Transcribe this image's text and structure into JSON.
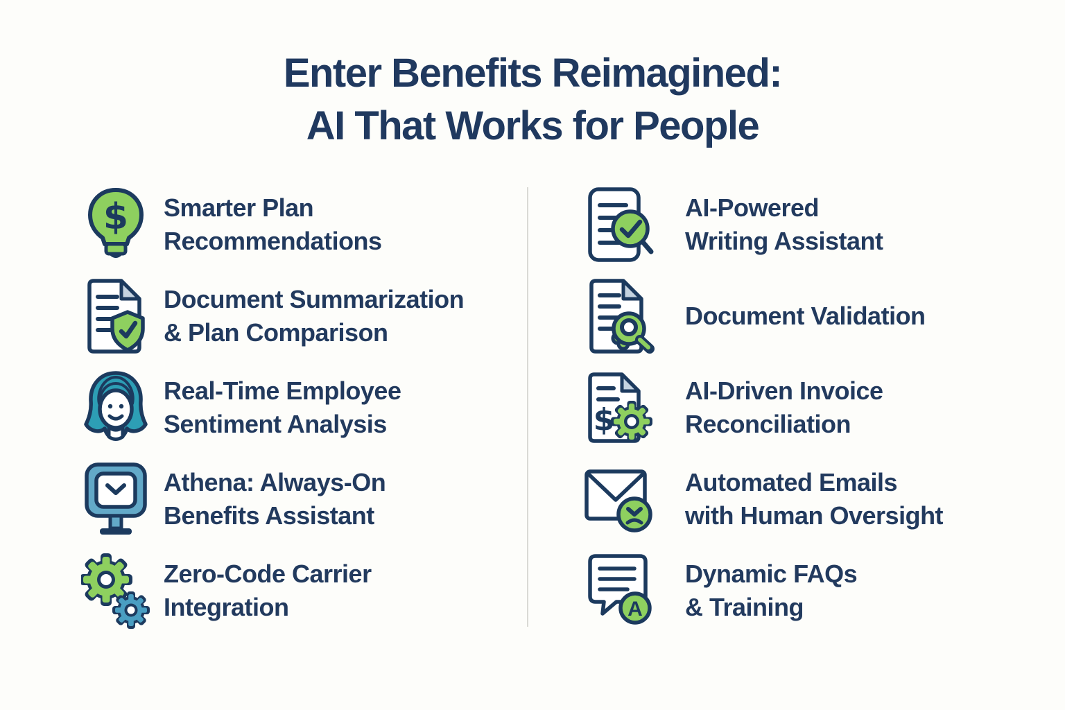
{
  "title": {
    "line1": "Enter Benefits Reimagined:",
    "line2": "AI That Works for People"
  },
  "colors": {
    "navy": "#1c3a5e",
    "green": "#8ed05f",
    "teal": "#2d9eb5",
    "light_blue": "#63a9c8",
    "small_gear_blue": "#4a9ec2",
    "fold_gray_blue": "#c5d3e0",
    "background": "#fdfdfa",
    "divider": "#dadad5"
  },
  "left_items": [
    {
      "icon": "lightbulb-dollar-icon",
      "label": "Smarter Plan\nRecommendations"
    },
    {
      "icon": "document-shield-check-icon",
      "label": "Document Summarization\n& Plan Comparison"
    },
    {
      "icon": "employee-face-icon",
      "label": "Real-Time Employee\nSentiment Analysis"
    },
    {
      "icon": "monitor-assistant-icon",
      "label": "Athena: Always-On\nBenefits Assistant"
    },
    {
      "icon": "gears-icon",
      "label": "Zero-Code Carrier\nIntegration"
    }
  ],
  "right_items": [
    {
      "icon": "document-check-magnifier-icon",
      "label": "AI-Powered\nWriting Assistant"
    },
    {
      "icon": "document-seal-magnifier-icon",
      "label": "Document Validation"
    },
    {
      "icon": "invoice-gear-icon",
      "label": "AI-Driven Invoice\nReconciliation"
    },
    {
      "icon": "envelope-approval-icon",
      "label": "Automated Emails\nwith Human Oversight"
    },
    {
      "icon": "chat-bubble-answer-icon",
      "label": "Dynamic FAQs\n& Training"
    }
  ]
}
